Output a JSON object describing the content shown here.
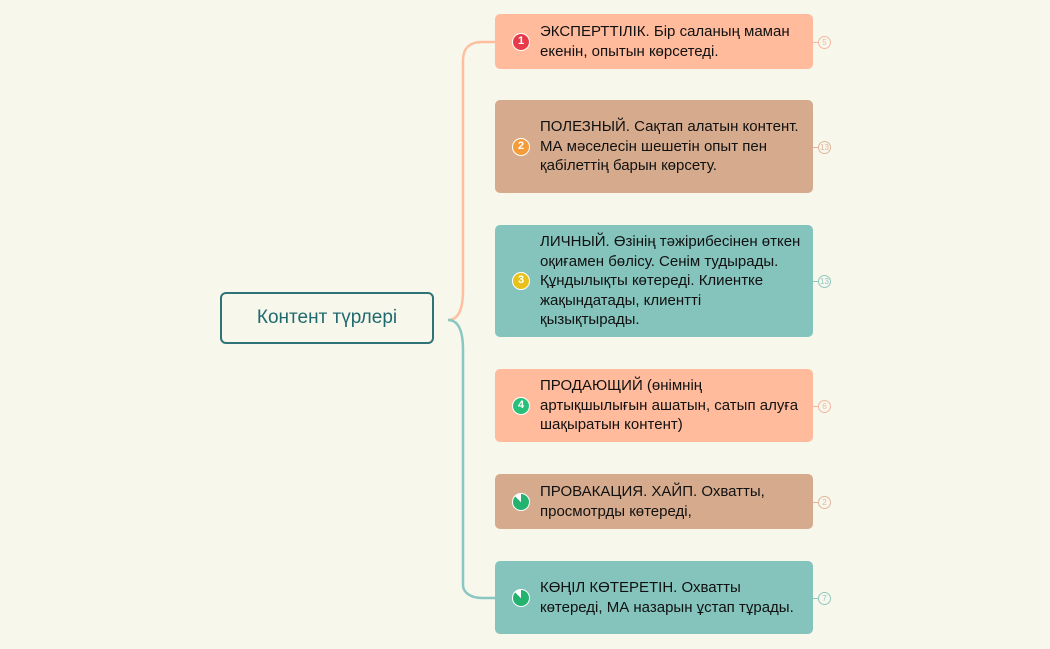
{
  "root": {
    "label": "Контент түрлері"
  },
  "colors": {
    "salmon": "#ffbb9c",
    "tan": "#d6ab8d",
    "teal": "#85c4bd"
  },
  "nodes": [
    {
      "text": "ЭКСПЕРТТІЛІК. Бір саланың маман екенін, опытын көрсетеді.",
      "icon": "1",
      "icon_type": "priority-1-icon",
      "badge": "5"
    },
    {
      "text": "ПОЛЕЗНЫЙ. Сақтап алатын контент. МА мәселесін шешетін опыт пен қабілеттің барын көрсету.",
      "icon": "2",
      "icon_type": "priority-2-icon",
      "badge": "13"
    },
    {
      "text": "ЛИЧНЫЙ. Өзінің тәжірибесінен өткен оқиғамен бөлісу. Сенім тудырады. Құндылықты көтереді. Клиентке жақындатады, клиентті қызықтырады.",
      "icon": "3",
      "icon_type": "priority-3-icon",
      "badge": "13"
    },
    {
      "text": "ПРОДАЮЩИЙ (өнімнің артықшылығын ашатын, сатып алуға шақыратын контент)",
      "icon": "4",
      "icon_type": "priority-4-icon",
      "badge": "6"
    },
    {
      "text": "ПРОВАКАЦИЯ. ХАЙП. Охватты, просмотрды көтереді,",
      "icon": "",
      "icon_type": "progress-icon",
      "progress": 0.875,
      "badge": "2"
    },
    {
      "text": "КӨҢІЛ КӨТЕРЕТІН. Охватты көтереді, МА назарын ұстап тұрады.",
      "icon": "",
      "icon_type": "progress-icon",
      "progress": 0.875,
      "badge": "7"
    }
  ]
}
